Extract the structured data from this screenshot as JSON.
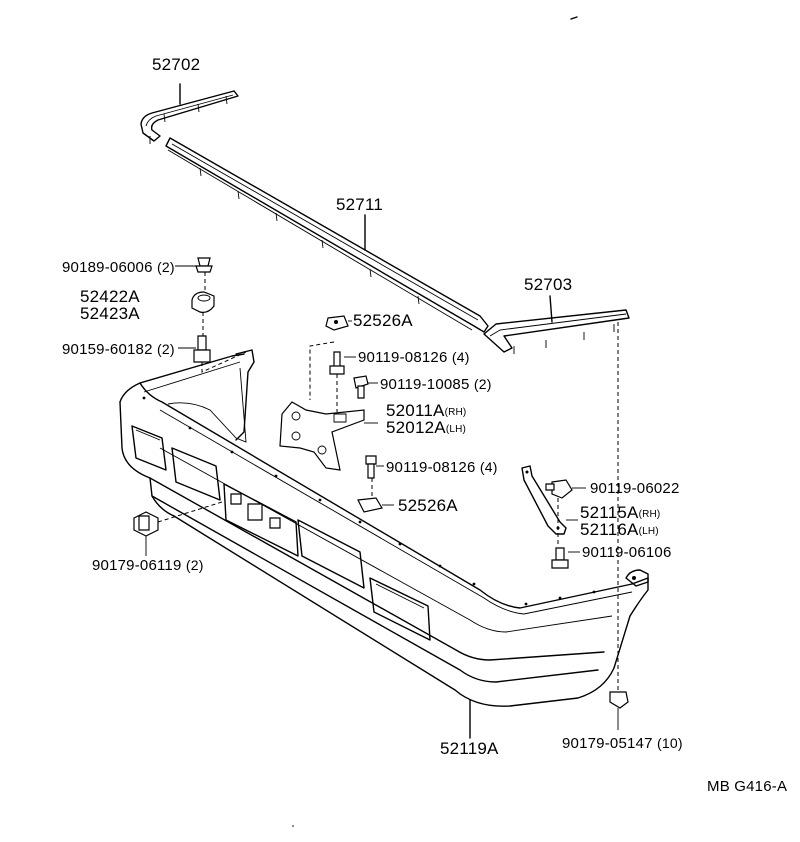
{
  "parts": {
    "p52702": "52702",
    "p52711": "52711",
    "p52703": "52703",
    "p90189": "90189-06006",
    "q90189": "(2)",
    "p52422": "52422A",
    "p52423": "52423A",
    "p90159": "90159-60182",
    "q90159": "(2)",
    "p52526_top": "52526A",
    "p90119_08126_top": "90119-08126",
    "q90119_08126_top": "(4)",
    "p90119_10085": "90119-10085",
    "q90119_10085": "(2)",
    "p52011": "52011A",
    "s52011": "(RH)",
    "p52012": "52012A",
    "s52012": "(LH)",
    "p90119_08126_bot": "90119-08126",
    "q90119_08126_bot": "(4)",
    "p52526_bot": "52526A",
    "p90119_06022": "90119-06022",
    "p52115": "52115A",
    "s52115": "(RH)",
    "p52116": "52116A",
    "s52116": "(LH)",
    "p90119_06106": "90119-06106",
    "p90179_06119": "90179-06119",
    "q90179_06119": "(2)",
    "p52119": "52119A",
    "p90179_05147": "90179-05147",
    "q90179_05147": "(10)"
  },
  "drawing_code": "MB G416-A"
}
